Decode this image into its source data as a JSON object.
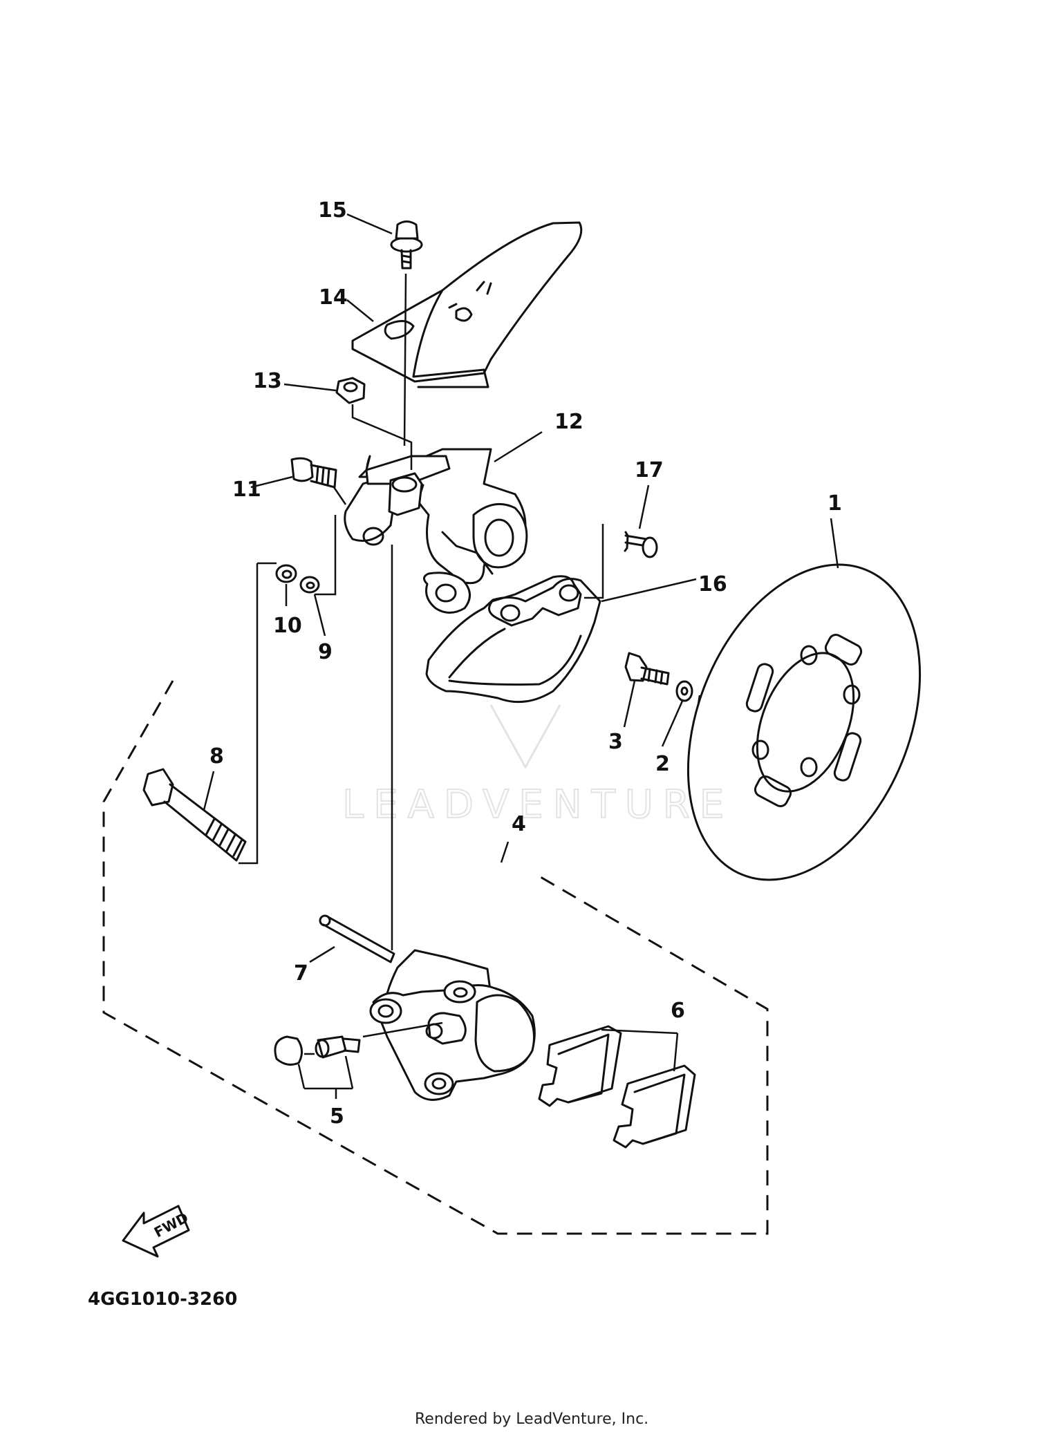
{
  "callouts": [
    {
      "id": "1",
      "label": "1"
    },
    {
      "id": "2",
      "label": "2"
    },
    {
      "id": "3",
      "label": "3"
    },
    {
      "id": "4",
      "label": "4"
    },
    {
      "id": "5",
      "label": "5"
    },
    {
      "id": "6",
      "label": "6"
    },
    {
      "id": "7",
      "label": "7"
    },
    {
      "id": "8",
      "label": "8"
    },
    {
      "id": "9",
      "label": "9"
    },
    {
      "id": "10",
      "label": "10"
    },
    {
      "id": "11",
      "label": "11"
    },
    {
      "id": "12",
      "label": "12"
    },
    {
      "id": "13",
      "label": "13"
    },
    {
      "id": "14",
      "label": "14"
    },
    {
      "id": "15",
      "label": "15"
    },
    {
      "id": "16",
      "label": "16"
    },
    {
      "id": "17",
      "label": "17"
    }
  ],
  "diagram_code": "4GG1010-3260",
  "direction_label": "FWD",
  "watermark": "LEADVENTURE",
  "footer": "Rendered by LeadVenture, Inc."
}
